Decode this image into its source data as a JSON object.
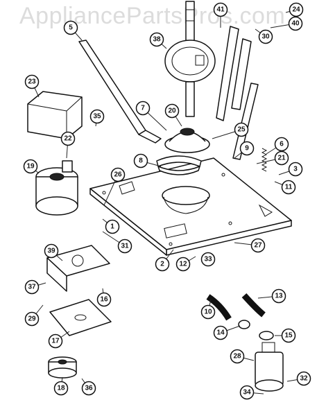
{
  "watermark": "AppliancePartsPros.com",
  "callouts": [
    {
      "label": "1"
    },
    {
      "label": "2"
    },
    {
      "label": "3"
    },
    {
      "label": "5"
    },
    {
      "label": "6"
    },
    {
      "label": "7"
    },
    {
      "label": "8"
    },
    {
      "label": "9"
    },
    {
      "label": "10"
    },
    {
      "label": "11"
    },
    {
      "label": "12"
    },
    {
      "label": "13"
    },
    {
      "label": "14"
    },
    {
      "label": "15"
    },
    {
      "label": "16"
    },
    {
      "label": "17"
    },
    {
      "label": "18"
    },
    {
      "label": "19"
    },
    {
      "label": "20"
    },
    {
      "label": "21"
    },
    {
      "label": "22"
    },
    {
      "label": "23"
    },
    {
      "label": "24"
    },
    {
      "label": "25"
    },
    {
      "label": "26"
    },
    {
      "label": "27"
    },
    {
      "label": "28"
    },
    {
      "label": "29"
    },
    {
      "label": "30"
    },
    {
      "label": "31"
    },
    {
      "label": "32"
    },
    {
      "label": "33"
    },
    {
      "label": "34"
    },
    {
      "label": "35"
    },
    {
      "label": "36"
    },
    {
      "label": "37"
    },
    {
      "label": "38"
    },
    {
      "label": "39"
    },
    {
      "label": "40"
    },
    {
      "label": "41"
    }
  ]
}
